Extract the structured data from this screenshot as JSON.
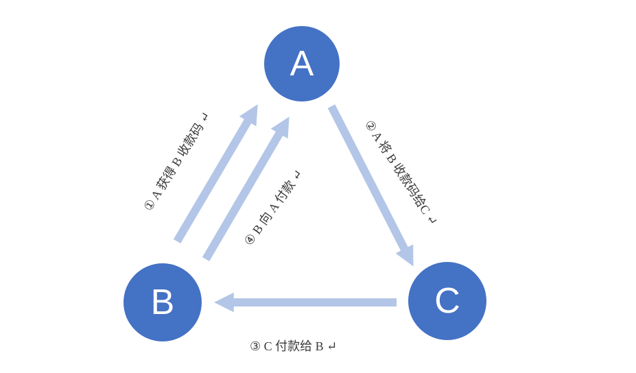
{
  "diagram": {
    "colors": {
      "node_fill": "#4472c4",
      "node_text": "#ffffff",
      "arrow": "#b3c6e7",
      "label_text": "#3a3a3a",
      "background": "#ffffff"
    },
    "nodes": {
      "a": {
        "label": "A"
      },
      "b": {
        "label": "B"
      },
      "c": {
        "label": "C"
      }
    },
    "edges": {
      "e1": {
        "from": "B",
        "to": "A",
        "label": "① A 获得 B 收款码 ↵"
      },
      "e2": {
        "from": "A",
        "to": "C",
        "label": "② A 将 B 收款码给C ↵"
      },
      "e3": {
        "from": "C",
        "to": "B",
        "label": "③ C 付款给 B ↵"
      },
      "e4": {
        "from": "B",
        "to": "A",
        "label": "④ B 向 A 付款 ↵"
      }
    }
  }
}
